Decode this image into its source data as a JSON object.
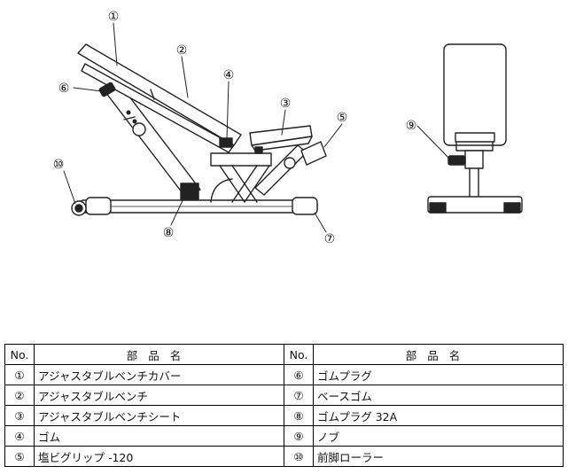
{
  "callouts": [
    "①",
    "②",
    "③",
    "④",
    "⑤",
    "⑥",
    "⑦",
    "⑧",
    "⑨",
    "⑩"
  ],
  "table": {
    "header_no": "No.",
    "header_name": "部品名",
    "left": [
      {
        "no": "①",
        "name": "アジャスタブルベンチカバー"
      },
      {
        "no": "②",
        "name": "アジャスタブルベンチ"
      },
      {
        "no": "③",
        "name": "アジャスタブルベンチシート"
      },
      {
        "no": "④",
        "name": "ゴム"
      },
      {
        "no": "⑤",
        "name": "塩ビグリップ -120"
      }
    ],
    "right": [
      {
        "no": "⑥",
        "name": "ゴムプラグ"
      },
      {
        "no": "⑦",
        "name": "ベースゴム"
      },
      {
        "no": "⑧",
        "name": "ゴムプラグ 32A"
      },
      {
        "no": "⑨",
        "name": "ノブ"
      },
      {
        "no": "⑩",
        "name": "前脚ローラー"
      }
    ]
  }
}
